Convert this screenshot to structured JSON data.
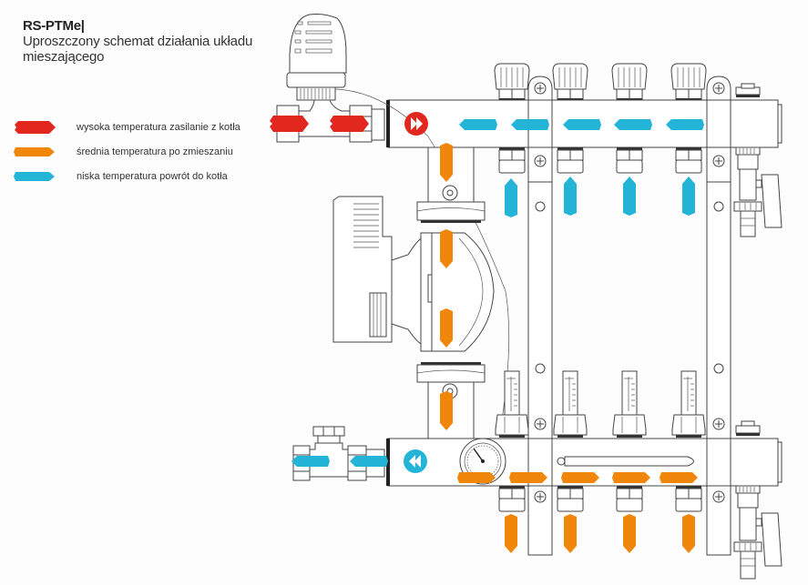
{
  "header": {
    "title": "RS-PTMe|",
    "subtitle": "Uproszczony schemat działania układu mieszającego"
  },
  "legend": [
    {
      "key": "high",
      "label": "wysoka temperatura zasilanie z kotła",
      "color": "#e2281e"
    },
    {
      "key": "medium",
      "label": "średnia temperatura po zmieszaniu",
      "color": "#f0870a"
    },
    {
      "key": "low",
      "label": "niska temperatura powrót do kotła",
      "color": "#23b4d8"
    }
  ],
  "colors": {
    "high": "#e2281e",
    "medium": "#f0870a",
    "low": "#23b4d8",
    "line": "#444444",
    "background": "#fdfdfd"
  },
  "diagram": {
    "supply_manifold_circuits": 4,
    "return_manifold_circuits": 4,
    "supply_flow_direction_icon": "double-chevron-right-icon",
    "return_flow_direction_icon": "double-chevron-left-icon",
    "components": [
      "thermostatic-head",
      "mixing-valve",
      "circulation-pump",
      "thermometer",
      "flow-meters",
      "drain-valves",
      "ball-valves"
    ]
  }
}
